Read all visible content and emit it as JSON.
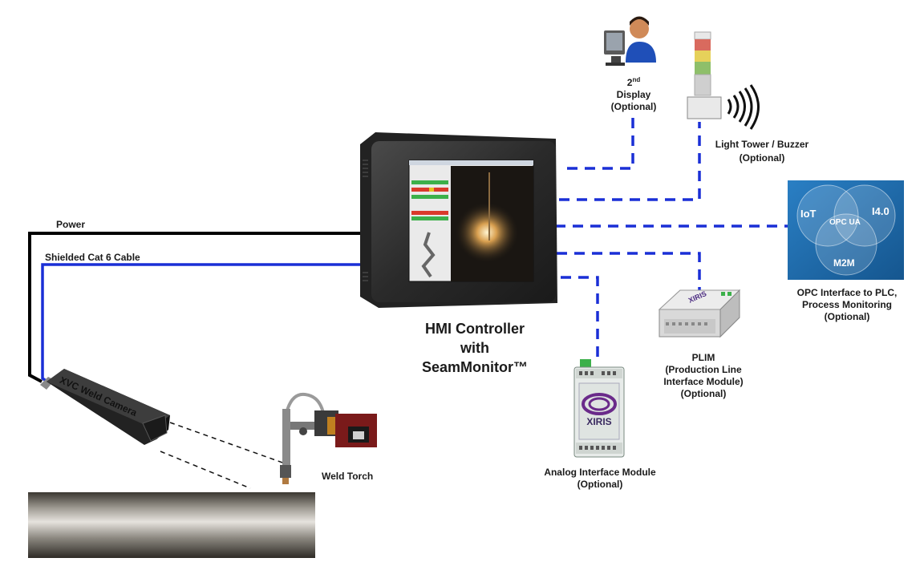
{
  "hmi": {
    "line1": "HMI Controller",
    "line2": "with",
    "line3": "SeamMonitor™"
  },
  "second_display": {
    "sup": "nd",
    "num": "2",
    "line2": "Display",
    "line3": "(Optional)"
  },
  "light_tower": {
    "line1": "Light Tower / Buzzer",
    "line2": "(Optional)"
  },
  "opc": {
    "badge": {
      "iot": "IoT",
      "i40": "I4.0",
      "opcua": "OPC UA",
      "m2m": "M2M"
    },
    "line1": "OPC Interface to PLC,",
    "line2": "Process Monitoring",
    "line3": "(Optional)"
  },
  "plim": {
    "device_text": "XIRIS",
    "line1": "PLIM",
    "line2": "(Production Line",
    "line3": "Interface Module)",
    "line4": "(Optional)"
  },
  "analog": {
    "device_text": "XIRIS",
    "line1": "Analog Interface Module",
    "line2": "(Optional)"
  },
  "cables": {
    "power": "Power",
    "cat6": "Shielded Cat 6 Cable"
  },
  "camera": {
    "label": "XVC Weld Camera"
  },
  "torch": {
    "label": "Weld Torch"
  },
  "colors": {
    "blue_line": "#1a2fd6",
    "black_line": "#000000",
    "opc_bg": "#1f6fb5"
  }
}
